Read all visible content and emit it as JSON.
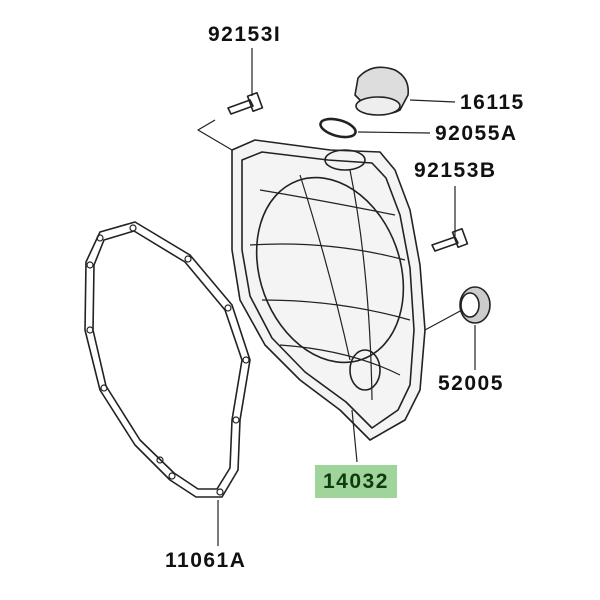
{
  "diagram": {
    "parts": [
      {
        "id": "bolt-top",
        "label": "92153I"
      },
      {
        "id": "cap",
        "label": "16115"
      },
      {
        "id": "o-ring",
        "label": "92055A"
      },
      {
        "id": "bolt-right",
        "label": "92153B"
      },
      {
        "id": "oil-seal",
        "label": "52005"
      },
      {
        "id": "clutch-cover",
        "label": "14032",
        "highlighted": true
      },
      {
        "id": "gasket",
        "label": "11061A"
      }
    ],
    "highlight_color": "#9fd49a"
  }
}
